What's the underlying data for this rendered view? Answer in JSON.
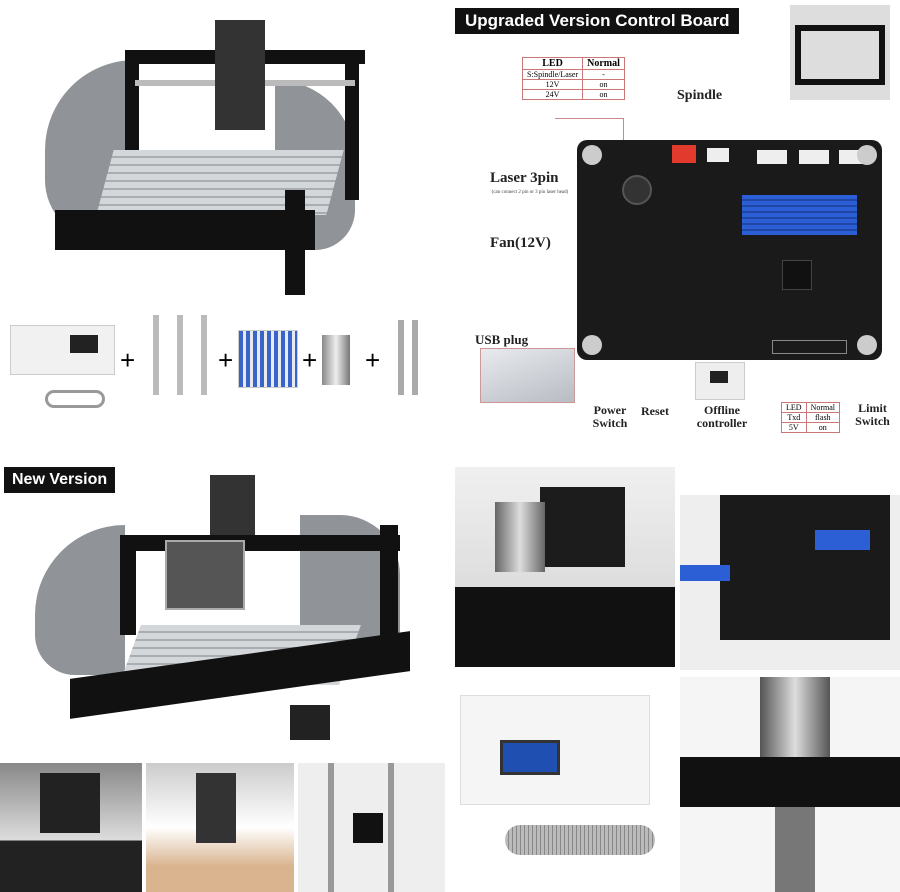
{
  "top_right": {
    "banner": "Upgraded Version Control Board",
    "led_table_top": {
      "headers": [
        "LED",
        "Normal"
      ],
      "rows": [
        [
          "S:Spindle/Laser",
          "-"
        ],
        [
          "12V",
          "on"
        ],
        [
          "24V",
          "on"
        ]
      ]
    },
    "labels": {
      "spindle": "Spindle",
      "laser": "Laser 3pin",
      "laser_note": "(can connect 2 pin or 3 pin laser head)",
      "fan": "Fan(12V)",
      "usb": "USB plug",
      "power": "Power Switch",
      "reset": "Reset",
      "offline": "Offline controller",
      "limit": "Limit Switch"
    },
    "led_table_bottom": {
      "headers": [
        "LED",
        "Normal"
      ],
      "rows": [
        [
          "Txd",
          "flash"
        ],
        [
          "5V",
          "on"
        ]
      ]
    }
  },
  "bottom_left": {
    "banner": "New Version"
  },
  "colors": {
    "frame": "#111111",
    "acrylic": "#8a8d92",
    "aluminum": "#c9ccd0",
    "pcb": "#1a1a1a",
    "heatsink": "#2c5fd6",
    "accent_red": "#e23b2e"
  }
}
